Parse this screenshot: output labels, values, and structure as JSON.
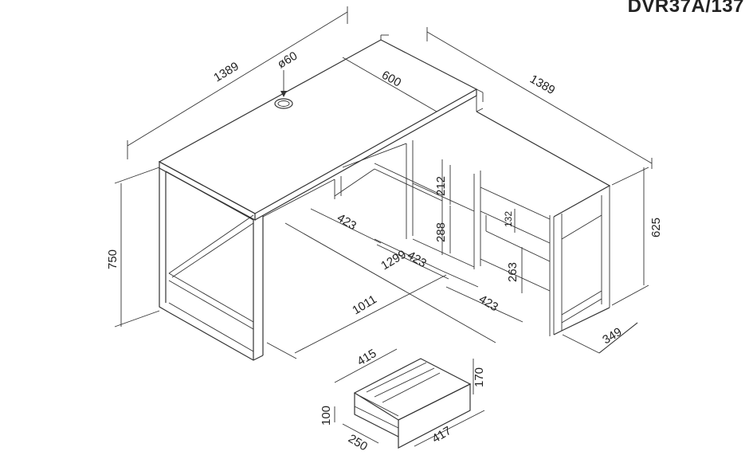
{
  "model_code": "DVR37A/137",
  "dimensions": {
    "desk_length_top": "1389",
    "hole_diameter": "ø60",
    "desk_depth": "600",
    "return_length": "1389",
    "desk_height": "750",
    "return_height": "625",
    "return_depth": "349",
    "shelf_top": "212",
    "shelf_mid": "288",
    "shelf_bottom": "263",
    "drawer_slot": "132",
    "inner_width_1": "423",
    "inner_width_2": "423",
    "inner_width_3": "423",
    "inner_length": "1299",
    "leg_span": "1011",
    "drawer_width_top": "415",
    "drawer_height": "170",
    "drawer_side_height": "100",
    "drawer_depth": "250",
    "drawer_width_bottom": "417"
  }
}
